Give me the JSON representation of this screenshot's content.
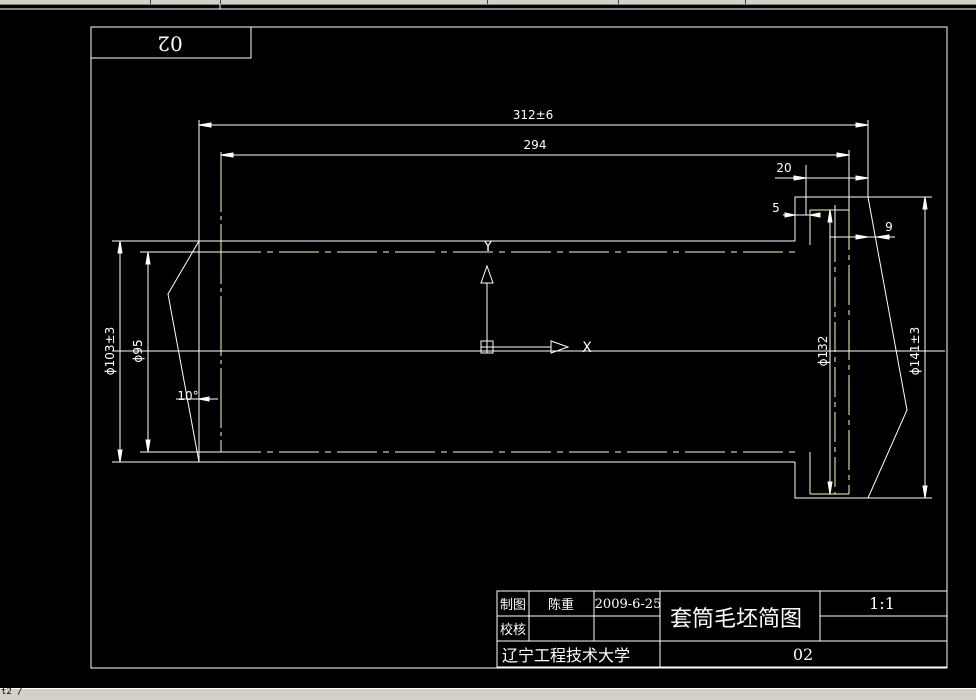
{
  "drawing_number_mirrored": "02",
  "dimensions": {
    "overall_length": "312±6",
    "inner_length": "294",
    "flange_width": "20",
    "step": "5",
    "taper": "9",
    "dia_left_outer": "ϕ103±3",
    "dia_left_inner": "ϕ95",
    "dia_flange_inner": "ϕ132",
    "dia_flange_outer": "ϕ141±3",
    "angle": "10°"
  },
  "ucs": {
    "x_label": "X",
    "y_label": "Y"
  },
  "title_block": {
    "drawn_label": "制图",
    "drawn_by": "陈重",
    "date": "2009-6-25",
    "checked_label": "校核",
    "title": "套筒毛坯简图",
    "scale": "1:1",
    "school": "辽宁工程技术大学",
    "drawing_no": "02"
  },
  "status": {
    "command_text": "t2 /"
  },
  "colors": {
    "background": "#000000",
    "lines": "#ffffff",
    "part_outline": "#ffff99"
  }
}
